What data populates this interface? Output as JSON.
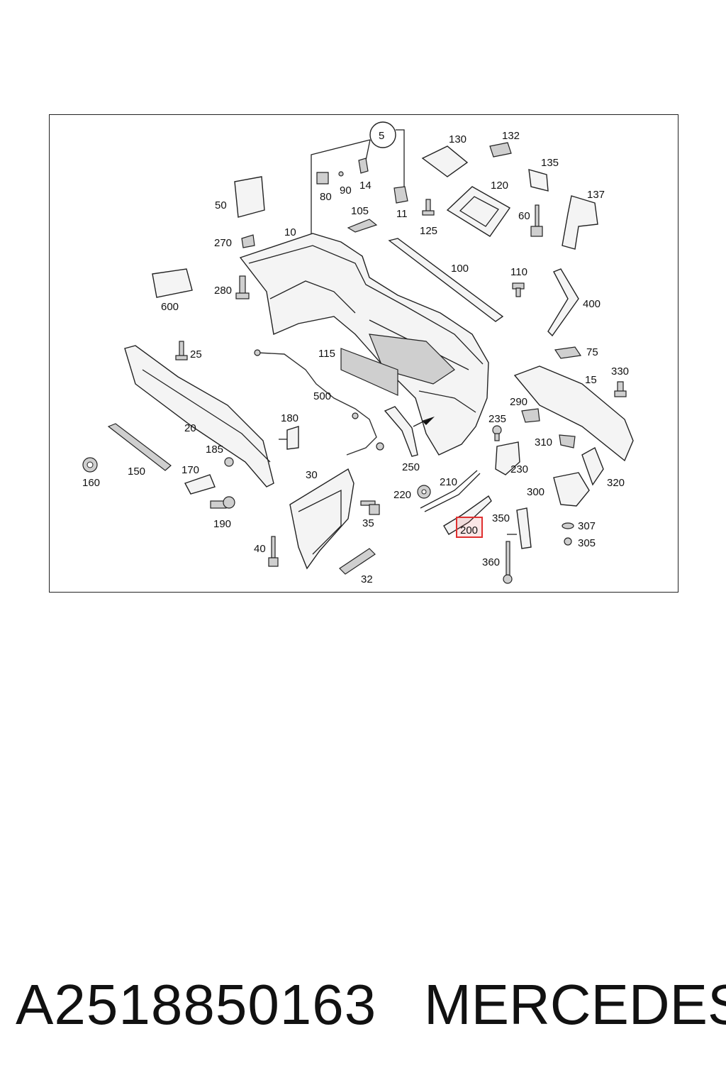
{
  "diagram": {
    "callouts": {
      "c5": "5",
      "c130": "130",
      "c132": "132",
      "c135": "135",
      "c137": "137",
      "c50": "50",
      "c80": "80",
      "c90": "90",
      "c14": "14",
      "c11": "11",
      "c120": "120",
      "c60": "60",
      "c125": "125",
      "c105": "105",
      "c270": "270",
      "c10": "10",
      "c100": "100",
      "c110": "110",
      "c400": "400",
      "c280": "280",
      "c600": "600",
      "c75": "75",
      "c25": "25",
      "c115": "115",
      "c330": "330",
      "c15": "15",
      "c500": "500",
      "c290": "290",
      "c180": "180",
      "c20": "20",
      "c235": "235",
      "c185": "185",
      "c310": "310",
      "c250": "250",
      "c230": "230",
      "c150": "150",
      "c160": "160",
      "c170": "170",
      "c210": "210",
      "c320": "320",
      "c30": "30",
      "c220": "220",
      "c300": "300",
      "c190": "190",
      "c35": "35",
      "c350": "350",
      "c200": "200",
      "c307": "307",
      "c305": "305",
      "c40": "40",
      "c360": "360",
      "c32": "32"
    },
    "highlighted_callout": "200",
    "highlight_color": "#e03030"
  },
  "footer": {
    "part_number": "A2518850163",
    "brand": "MERCEDES"
  }
}
